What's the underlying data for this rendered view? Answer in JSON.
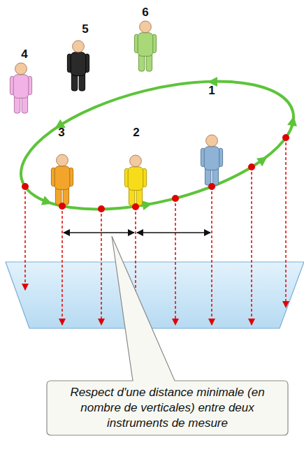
{
  "diagram": {
    "nodes": [
      {
        "text": [
          "Respect d'une distance minimale (en nombre de verticales) entre deux instruments de mesure"
        ]
      }
    ],
    "labels": [
      "6",
      "5",
      "4",
      "3",
      "2",
      "1"
    ]
  }
}
